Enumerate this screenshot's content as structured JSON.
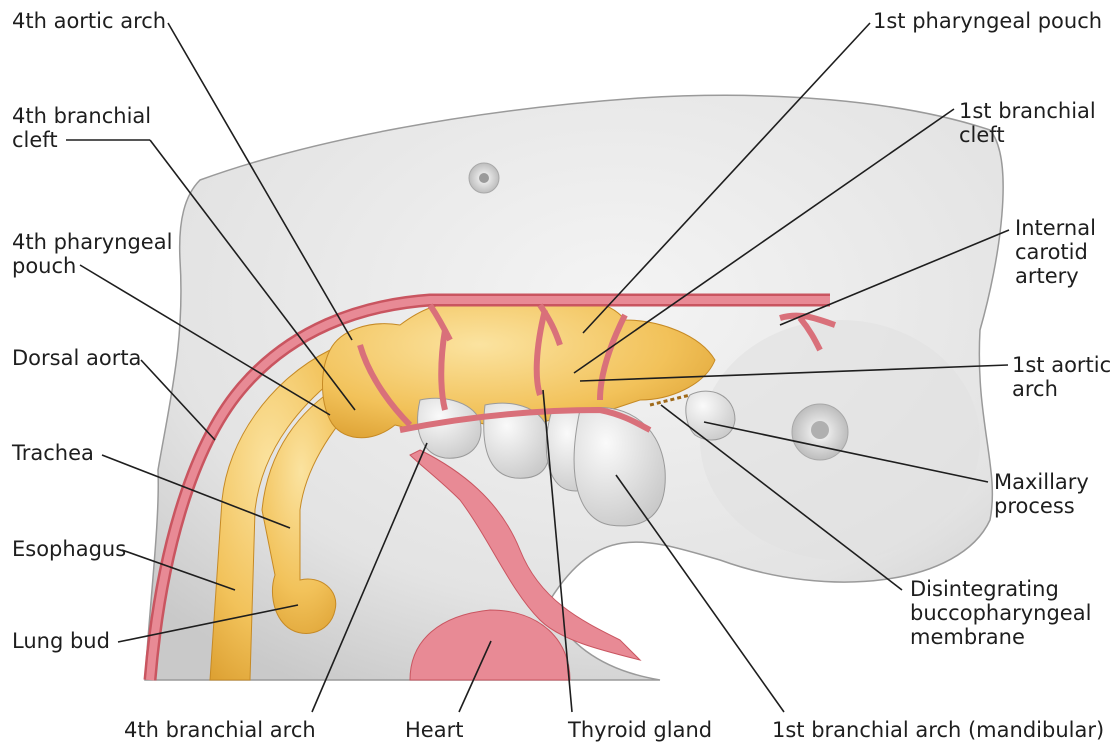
{
  "labels": {
    "aortic_arch_4": "4th aortic arch",
    "branchial_cleft_4": "4th branchial\ncleft",
    "pharyngeal_pouch_4": "4th pharyngeal\npouch",
    "dorsal_aorta": "Dorsal aorta",
    "trachea": "Trachea",
    "esophagus": "Esophagus",
    "lung_bud": "Lung bud",
    "branchial_arch_4": "4th branchial arch",
    "heart": "Heart",
    "thyroid_gland": "Thyroid gland",
    "branchial_arch_1": "1st branchial arch (mandibular)",
    "pharyngeal_pouch_1": "1st pharyngeal pouch",
    "branchial_cleft_1": "1st branchial\ncleft",
    "internal_carotid": "Internal\ncarotid\nartery",
    "aortic_arch_1": "1st aortic\narch",
    "maxillary_process": "Maxillary\nprocess",
    "buccopharyngeal": "Disintegrating\nbuccopharyngeal\nmembrane"
  },
  "colors": {
    "embryo_body": "#e7e7e7",
    "pharynx_yellow": "#f2c25a",
    "artery_red": "#d9707a",
    "heart_pink": "#e88a95",
    "leader_line": "#1e1e1e"
  }
}
